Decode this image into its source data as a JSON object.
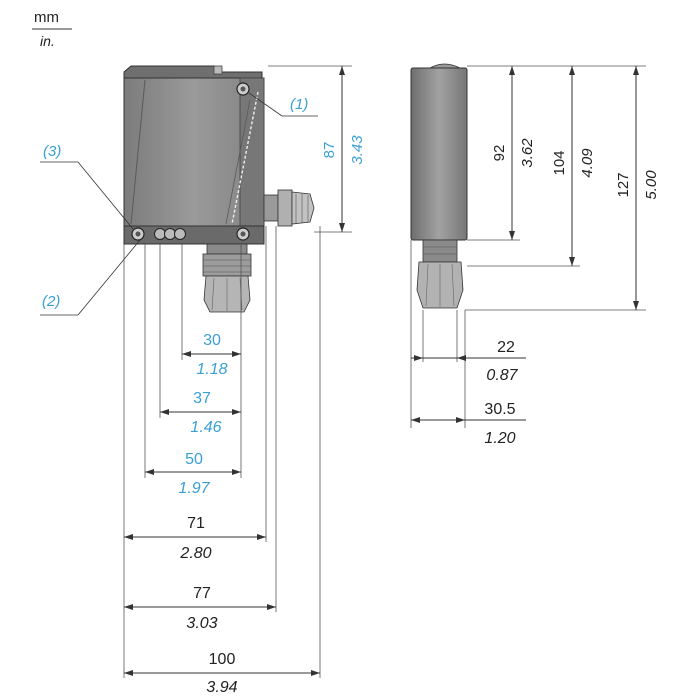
{
  "units": {
    "primary": "mm",
    "secondary": "in."
  },
  "callouts": {
    "c1": "(1)",
    "c2": "(2)",
    "c3": "(3)"
  },
  "dims": {
    "d87": {
      "mm": "87",
      "in": "3.43"
    },
    "d92": {
      "mm": "92",
      "in": "3.62"
    },
    "d104": {
      "mm": "104",
      "in": "4.09"
    },
    "d127": {
      "mm": "127",
      "in": "5.00"
    },
    "d22": {
      "mm": "22",
      "in": "0.87"
    },
    "d305": {
      "mm": "30.5",
      "in": "1.20"
    },
    "d30": {
      "mm": "30",
      "in": "1.18"
    },
    "d37": {
      "mm": "37",
      "in": "1.46"
    },
    "d50": {
      "mm": "50",
      "in": "1.97"
    },
    "d71": {
      "mm": "71",
      "in": "2.80"
    },
    "d77": {
      "mm": "77",
      "in": "3.03"
    },
    "d100": {
      "mm": "100",
      "in": "3.94"
    }
  },
  "colors": {
    "accent": "#3aa0d4",
    "body": "#8f8f8f",
    "line": "#333333"
  }
}
